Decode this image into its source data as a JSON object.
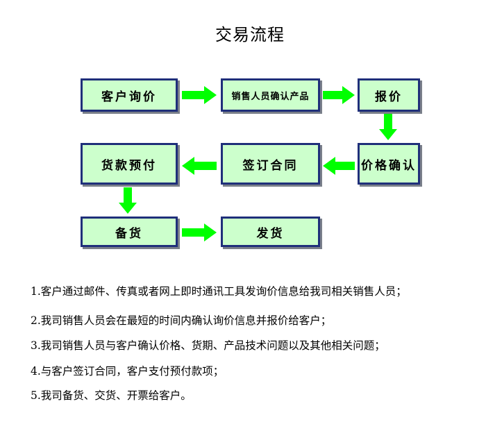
{
  "diagram": {
    "title": "交易流程",
    "nodes": [
      {
        "id": "n1",
        "label": "客户询价"
      },
      {
        "id": "n2",
        "label": "销售人员确认产品"
      },
      {
        "id": "n3",
        "label": "报价"
      },
      {
        "id": "n4",
        "label": "价格确认"
      },
      {
        "id": "n5",
        "label": "签订合同"
      },
      {
        "id": "n6",
        "label": "货款预付"
      },
      {
        "id": "n7",
        "label": "备货"
      },
      {
        "id": "n8",
        "label": "发货"
      }
    ],
    "edges": [
      {
        "from": "n1",
        "to": "n2"
      },
      {
        "from": "n2",
        "to": "n3"
      },
      {
        "from": "n3",
        "to": "n4"
      },
      {
        "from": "n4",
        "to": "n5"
      },
      {
        "from": "n5",
        "to": "n6"
      },
      {
        "from": "n6",
        "to": "n7"
      },
      {
        "from": "n7",
        "to": "n8"
      }
    ],
    "box_fill": "#ccffcc",
    "box_border": "#1f2f7a",
    "arrow_color": "#00ff00"
  },
  "steps": [
    "1.客户通过邮件、传真或者网上即时通讯工具发询价信息给我司相关销售人员；",
    "2.我司销售人员会在最短的时间内确认询价信息并报价给客户；",
    "3.我司销售人员与客户确认价格、货期、产品技术问题以及其他相关问题；",
    "4.与客户签订合同，客户支付预付款项；",
    "5.我司备货、交货、开票给客户。"
  ]
}
